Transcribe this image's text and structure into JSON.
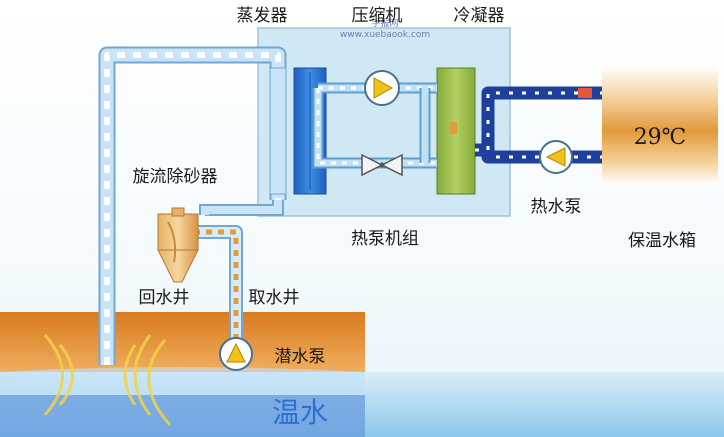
{
  "labels": {
    "evaporator": "蒸发器",
    "compressor": "压缩机",
    "condenser": "冷凝器",
    "desander": "旋流除砂器",
    "heat_pump_unit": "热泵机组",
    "hot_water_pump": "热水泵",
    "storage_tank": "保温水箱",
    "return_well": "回水井",
    "supply_well": "取水井",
    "submersible_pump": "潜水泵",
    "warm_water": "温水",
    "temperature": "29℃"
  },
  "watermark": {
    "brand": "学报网",
    "url": "www.xuebaook.com"
  },
  "colors": {
    "cold_water_pipe": "#a9d0ee",
    "hot_water_pipe": "#1e3f9c",
    "refrigerant_pipe": "#88c8ec",
    "evaporator": "#2f7fd6",
    "condenser": "#9cbf4c",
    "unit_box": "#cfe8f3",
    "tank_warm": "#e29a3a",
    "ground": "#e0892f",
    "warm_water": "#2f6fd0"
  }
}
